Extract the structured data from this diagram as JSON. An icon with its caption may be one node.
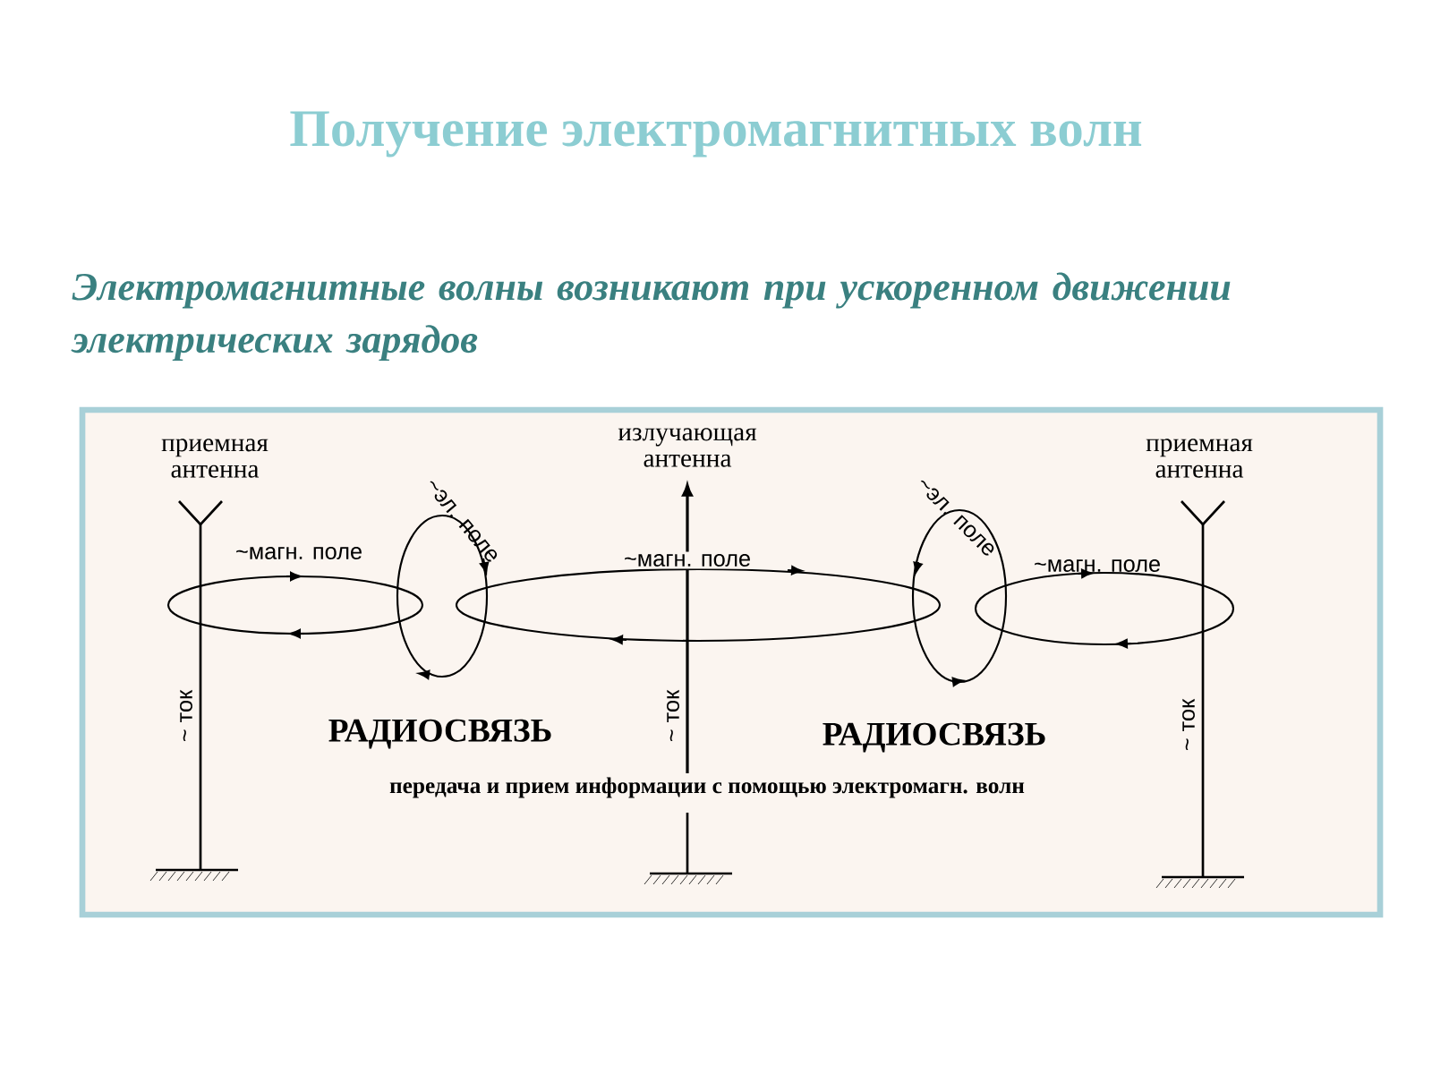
{
  "diagram": {
    "title": "Получение электромагнитных волн",
    "labels": [
      "Электромагнитные волны возникают при ускоренном движении электрических зарядов",
      "приемная антенна",
      "излучающая антенна",
      "приемная антенна",
      "~эл. поле",
      "~эл. поле",
      "~магн. поле",
      "~магн. поле",
      "~магн. поле",
      "~ ток",
      "~ ток",
      "~ ток",
      "РАДИОСВЯЗЬ",
      "РАДИОСВЯЗЬ",
      "передача и прием информации с помощью электромагн. волн"
    ]
  }
}
